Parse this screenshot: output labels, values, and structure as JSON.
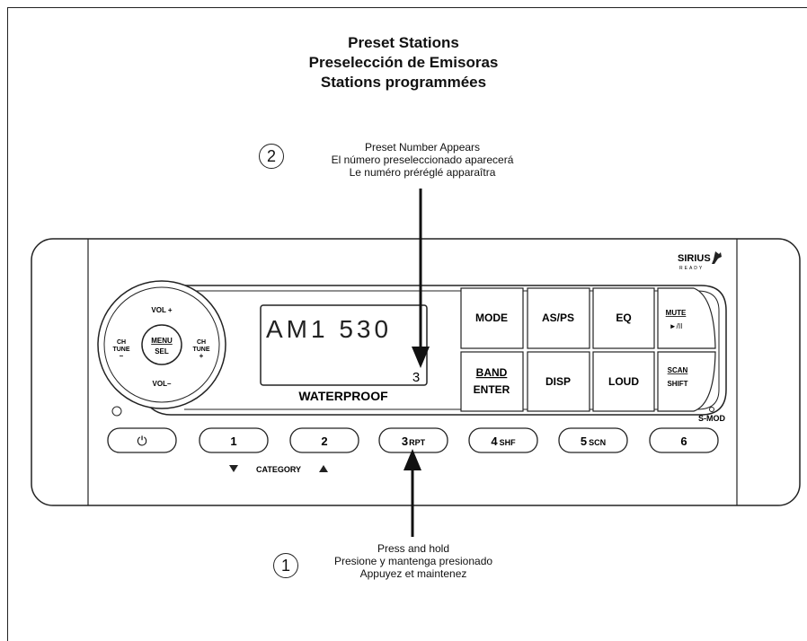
{
  "title": {
    "line1": "Preset Stations",
    "line2": "Preselección de Emisoras",
    "line3": "Stations programmées"
  },
  "callout_2": {
    "number": "2",
    "line1": "Preset Number Appears",
    "line2": "El número preseleccionado aparecerá",
    "line3": "Le numéro préréglé apparaîtra"
  },
  "callout_1": {
    "number": "1",
    "line1": "Press and hold",
    "line2": "Presione y mantenga presionado",
    "line3": "Appuyez et maintenez"
  },
  "radio": {
    "brand_top": "SIRIUS",
    "brand_bottom": "READY",
    "knob": {
      "vol_up": "VOL +",
      "vol_down": "VOL–",
      "ch_left": "CH",
      "tune_left": "TUNE",
      "minus": "–",
      "ch_right": "CH",
      "tune_right": "TUNE",
      "plus": "+",
      "menu": "MENU",
      "sel": "SEL"
    },
    "display": {
      "main": "AM1 530",
      "preset": "3",
      "waterproof": "WATERPROOF"
    },
    "buttons": {
      "mode": "MODE",
      "asps": "AS/PS",
      "eq": "EQ",
      "mute": "MUTE",
      "play_pause": "►/II",
      "band": "BAND",
      "enter": "ENTER",
      "disp": "DISP",
      "loud": "LOUD",
      "scan": "SCAN",
      "shift": "SHIFT"
    },
    "smod": "S-MOD",
    "power_symbol": "⏻",
    "presets": [
      {
        "num": "1",
        "sub": ""
      },
      {
        "num": "2",
        "sub": ""
      },
      {
        "num": "3",
        "sub": "RPT"
      },
      {
        "num": "4",
        "sub": "SHF"
      },
      {
        "num": "5",
        "sub": "SCN"
      },
      {
        "num": "6",
        "sub": ""
      }
    ],
    "category": "CATEGORY"
  }
}
